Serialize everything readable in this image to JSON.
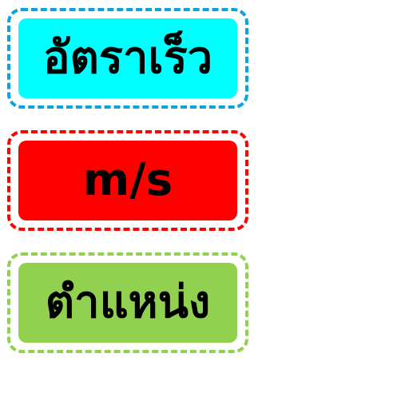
{
  "cards": [
    {
      "text": "อัตราเร็ว",
      "fill": "#00FFFF",
      "border": "#0AA3E0"
    },
    {
      "text": "m/s",
      "fill": "#FF0000",
      "border": "#FF0000"
    },
    {
      "text": "ตำแหน่ง",
      "fill": "#92D050",
      "border": "#92D050"
    }
  ]
}
